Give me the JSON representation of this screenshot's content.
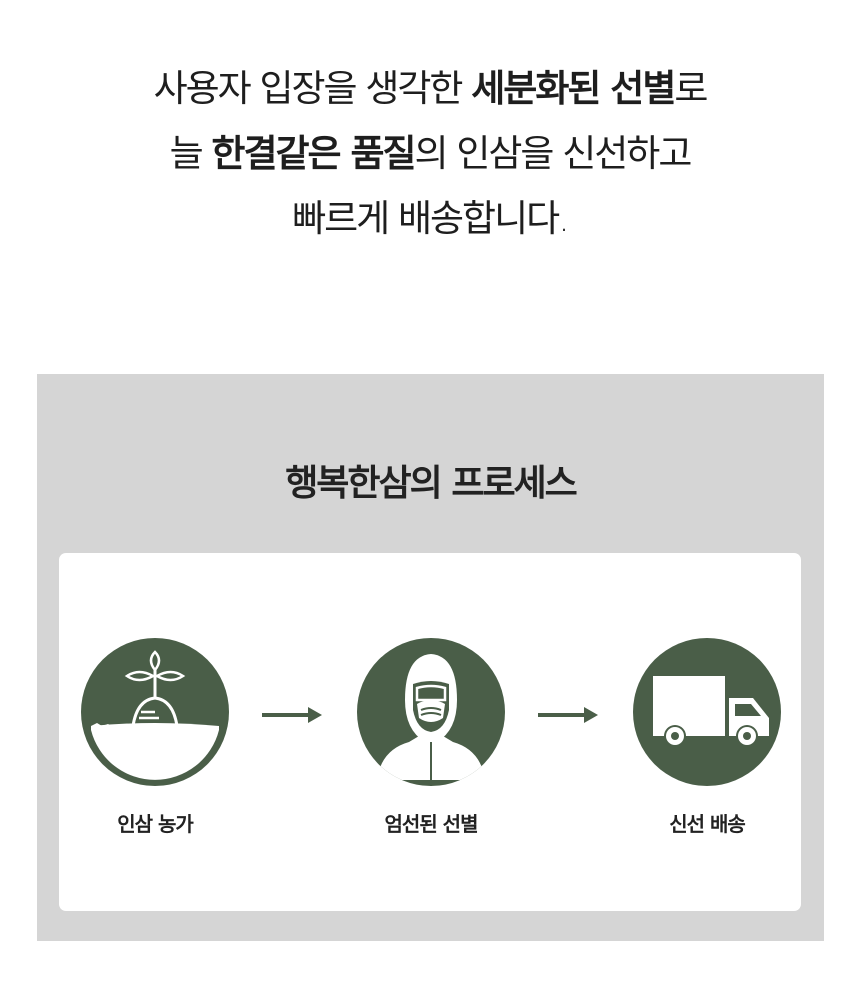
{
  "intro": {
    "lines": [
      [
        {
          "text": "사용자 입장을 생각한 ",
          "bold": false
        },
        {
          "text": "세분화된 선별",
          "bold": true
        },
        {
          "text": "로",
          "bold": false
        }
      ],
      [
        {
          "text": "늘 ",
          "bold": false
        },
        {
          "text": "한결같은 품질",
          "bold": true
        },
        {
          "text": "의 인삼을 신선하고",
          "bold": false
        }
      ],
      [
        {
          "text": "빠르게 배송합니다.",
          "bold": false
        }
      ]
    ],
    "line1_a": "사용자 입장을 생각한 ",
    "line1_b": "세분화된 선별",
    "line1_c": "로",
    "line2_a": "늘 ",
    "line2_b": "한결같은 품질",
    "line2_c": "의 인삼을 신선하고",
    "line3": "빠르게 배송합니다."
  },
  "process": {
    "title": "행복한삼의 프로세스",
    "steps": [
      {
        "label": "인삼 농가",
        "icon": "ginseng-sprout-icon"
      },
      {
        "label": "엄선된 선별",
        "icon": "protective-suit-worker-icon"
      },
      {
        "label": "신선 배송",
        "icon": "delivery-truck-icon"
      }
    ],
    "arrow_icon": "arrow-right-icon"
  },
  "colors": {
    "accent_green": "#4a5e48",
    "panel_gray": "#d5d5d5",
    "card_white": "#ffffff",
    "text_dark": "#222222"
  }
}
